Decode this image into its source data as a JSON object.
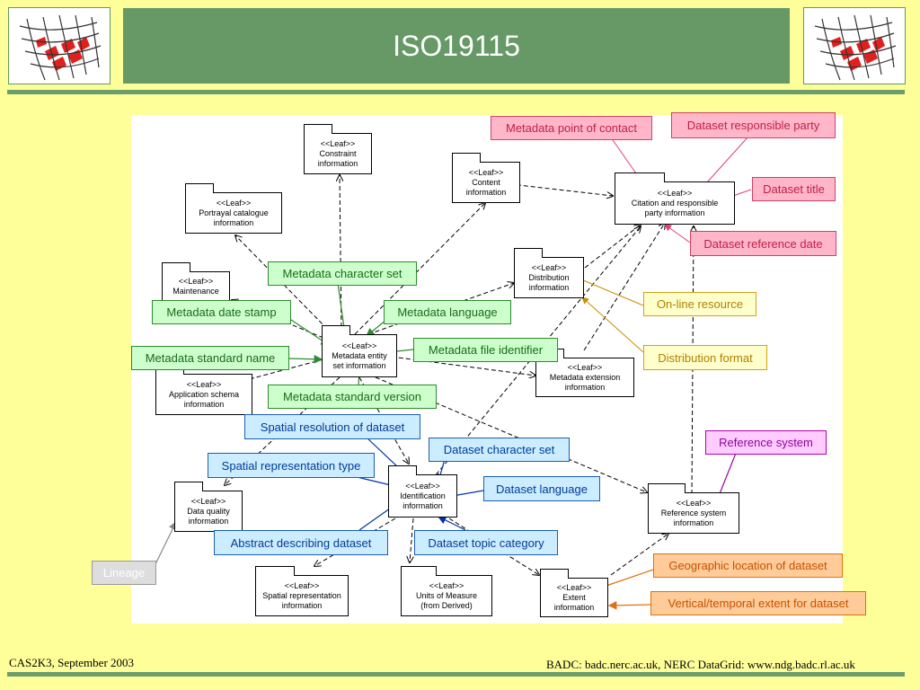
{
  "title": "ISO19115",
  "packages": [
    {
      "id": "constraint",
      "line1": "<<Leaf>>",
      "line2": "Constraint",
      "line3": "information"
    },
    {
      "id": "content",
      "line1": "<<Leaf>>",
      "line2": "Content",
      "line3": "information"
    },
    {
      "id": "citation",
      "line1": "<<Leaf>>",
      "line2": "Citation and responsible",
      "line3": "party information"
    },
    {
      "id": "portrayal",
      "line1": "<<Leaf>>",
      "line2": "Portrayal catalogue",
      "line3": "information"
    },
    {
      "id": "maintenance",
      "line1": "<<Leaf>>",
      "line2": "Maintenance",
      "line3": ""
    },
    {
      "id": "distribution",
      "line1": "<<Leaf>>",
      "line2": "Distribution",
      "line3": "information"
    },
    {
      "id": "entity",
      "line1": "<<Leaf>>",
      "line2": "Metadata entity",
      "line3": "set information"
    },
    {
      "id": "extension",
      "line1": "<<Leaf>>",
      "line2": "Metadata extension",
      "line3": "information"
    },
    {
      "id": "appschema",
      "line1": "<<Leaf>>",
      "line2": "Application schema",
      "line3": "information"
    },
    {
      "id": "identification",
      "line1": "<<Leaf>>",
      "line2": "Identification",
      "line3": "information"
    },
    {
      "id": "dataquality",
      "line1": "<<Leaf>>",
      "line2": "Data quality",
      "line3": "information"
    },
    {
      "id": "refsystem",
      "line1": "<<Leaf>>",
      "line2": "Reference system",
      "line3": "information"
    },
    {
      "id": "spatialrep",
      "line1": "<<Leaf>>",
      "line2": "Spatial representation",
      "line3": "information"
    },
    {
      "id": "units",
      "line1": "<<Leaf>>",
      "line2": "Units of Measure",
      "line3": "(from Derived)"
    },
    {
      "id": "extent",
      "line1": "<<Leaf>>",
      "line2": "Extent",
      "line3": "information"
    }
  ],
  "callouts": {
    "point_of_contact": "Metadata point of contact",
    "responsible_party": "Dataset responsible party",
    "dataset_title": "Dataset title",
    "reference_date": "Dataset reference date",
    "char_set": "Metadata character set",
    "date_stamp": "Metadata date stamp",
    "language": "Metadata language",
    "standard_name": "Metadata standard name",
    "file_identifier": "Metadata file identifier",
    "standard_version": "Metadata standard version",
    "online_resource": "On-line resource",
    "distribution_format": "Distribution format",
    "spatial_resolution": "Spatial resolution of dataset",
    "dataset_char_set": "Dataset character set",
    "spatial_rep_type": "Spatial representation type",
    "dataset_language": "Dataset language",
    "abstract": "Abstract describing dataset",
    "topic_category": "Dataset topic category",
    "reference_system": "Reference system",
    "lineage": "Lineage",
    "geographic_location": "Geographic location of dataset",
    "vertical_temporal": "Vertical/temporal extent for dataset"
  },
  "footer": {
    "left": "CAS2K3, September 2003",
    "right": "BADC: badc.nerc.ac.uk, NERC DataGrid: www.ndg.badc.rl.ac.uk"
  },
  "colors": {
    "title_bar": "#669966",
    "background": "#ffff99"
  }
}
